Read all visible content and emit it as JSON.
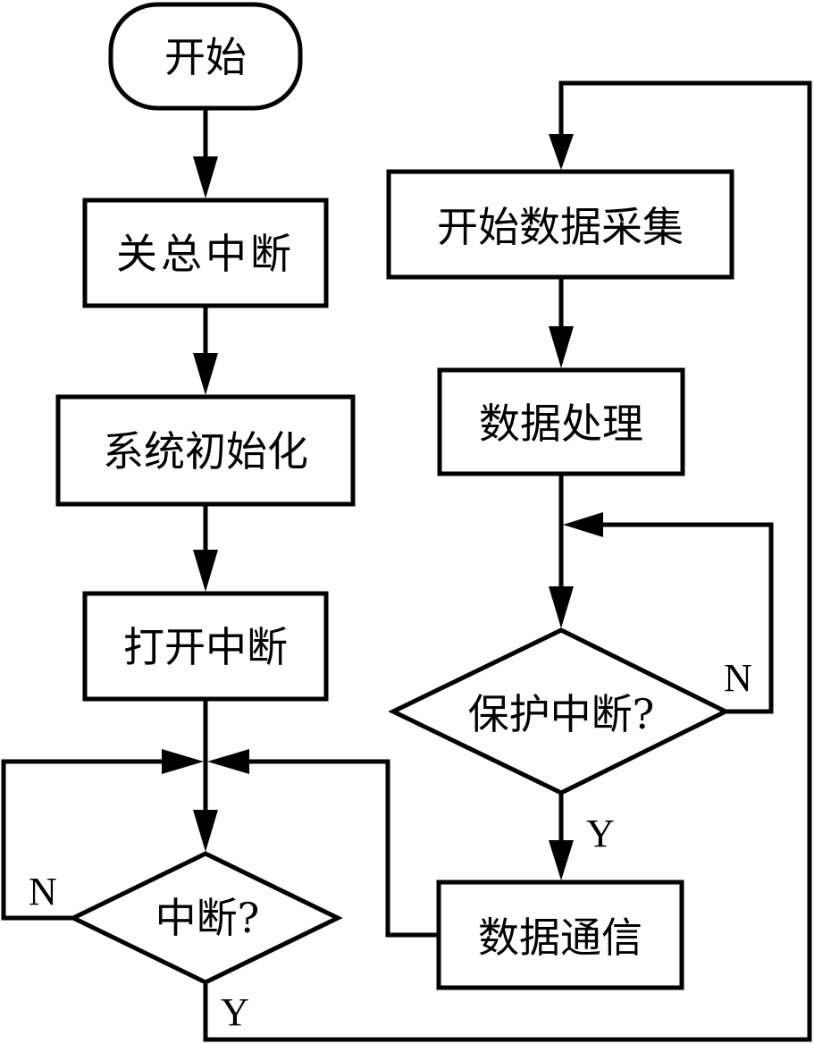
{
  "diagram": {
    "type": "flowchart",
    "nodes": {
      "start": {
        "label": "开始",
        "shape": "terminal"
      },
      "disable_interrupts": {
        "label": "关总中断",
        "shape": "process"
      },
      "system_init": {
        "label": "系统初始化",
        "shape": "process"
      },
      "enable_interrupts": {
        "label": "打开中断",
        "shape": "process"
      },
      "interrupt_decision": {
        "label": "中断?",
        "shape": "decision"
      },
      "start_acquisition": {
        "label": "开始数据采集",
        "shape": "process"
      },
      "data_processing": {
        "label": "数据处理",
        "shape": "process"
      },
      "protect_decision": {
        "label": "保护中断?",
        "shape": "decision"
      },
      "data_communication": {
        "label": "数据通信",
        "shape": "process"
      }
    },
    "edge_labels": {
      "interrupt_no": "N",
      "interrupt_yes": "Y",
      "protect_no": "N",
      "protect_yes": "Y"
    },
    "edges": [
      {
        "from": "start",
        "to": "disable_interrupts"
      },
      {
        "from": "disable_interrupts",
        "to": "system_init"
      },
      {
        "from": "system_init",
        "to": "enable_interrupts"
      },
      {
        "from": "enable_interrupts",
        "to": "interrupt_decision"
      },
      {
        "from": "interrupt_decision",
        "to": "interrupt_decision",
        "label": "N"
      },
      {
        "from": "interrupt_decision",
        "to": "start_acquisition",
        "label": "Y"
      },
      {
        "from": "start_acquisition",
        "to": "data_processing"
      },
      {
        "from": "data_processing",
        "to": "protect_decision"
      },
      {
        "from": "protect_decision",
        "to": "protect_decision",
        "label": "N"
      },
      {
        "from": "protect_decision",
        "to": "data_communication",
        "label": "Y"
      },
      {
        "from": "data_communication",
        "to": "interrupt_decision"
      }
    ]
  }
}
